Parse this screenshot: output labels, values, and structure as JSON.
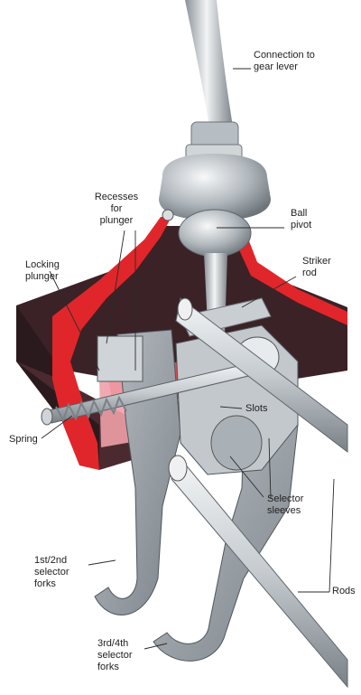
{
  "labels": {
    "connection": [
      "Connection to",
      "gear lever"
    ],
    "recesses": [
      "Recesses",
      "for",
      "plunger"
    ],
    "ball_pivot": [
      "Ball",
      "pivot"
    ],
    "locking_plunger": [
      "Locking",
      "plunger"
    ],
    "striker_rod": [
      "Striker",
      "rod"
    ],
    "slots": [
      "Slots"
    ],
    "spring": [
      "Spring"
    ],
    "selector_sleeves": [
      "Selector",
      "sleeves"
    ],
    "fork_12": [
      "1st/2nd",
      "selector",
      "forks"
    ],
    "rods": [
      "Rods"
    ],
    "fork_34": [
      "3rd/4th",
      "selector",
      "forks"
    ]
  },
  "colors": {
    "housing_dark": "#3a2226",
    "housing_red": "#e0262a",
    "metal_light": "#dfe3e6",
    "metal_mid": "#a9b0b5",
    "metal_dark": "#6f767c",
    "leader": "#2b2b2b"
  }
}
